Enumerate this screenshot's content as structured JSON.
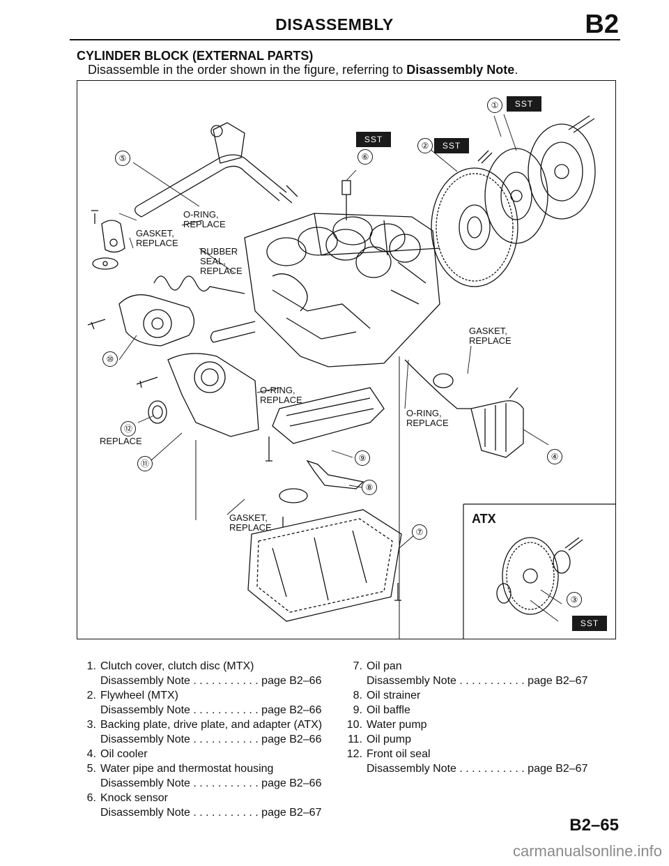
{
  "header": {
    "title": "DISASSEMBLY",
    "section_code": "B2"
  },
  "section": {
    "title": "CYLINDER BLOCK (EXTERNAL PARTS)",
    "intro_prefix": "Disassemble in the order shown in the figure, referring to ",
    "intro_bold": "Disassembly Note",
    "intro_suffix": "."
  },
  "figure": {
    "labels": {
      "oring_top": "O-RING,\nREPLACE",
      "gasket_left": "GASKET,\nREPLACE",
      "rubber_seal": "RUBBER\nSEAL,\nREPLACE",
      "gasket_right": "GASKET,\nREPLACE",
      "oring_mid": "O-RING,\nREPLACE",
      "oring_right": "O-RING,\nREPLACE",
      "replace_seal": "REPLACE",
      "gasket_bottom": "GASKET,\nREPLACE"
    },
    "callouts": [
      "①",
      "②",
      "③",
      "④",
      "⑤",
      "⑥",
      "⑦",
      "⑧",
      "⑨",
      "⑩",
      "⑪",
      "⑫"
    ],
    "sst_label": "SST",
    "inset_title": "ATX"
  },
  "parts_left": [
    {
      "num": "1.",
      "name": "Clutch cover, clutch disc (MTX)",
      "note": "Disassembly Note . . . . . . . . . . . page B2–66"
    },
    {
      "num": "2.",
      "name": "Flywheel (MTX)",
      "note": "Disassembly Note . . . . . . . . . . . page B2–66"
    },
    {
      "num": "3.",
      "name": "Backing plate, drive plate, and adapter (ATX)",
      "note": "Disassembly Note . . . . . . . . . . . page B2–66"
    },
    {
      "num": "4.",
      "name": "Oil cooler",
      "note": ""
    },
    {
      "num": "5.",
      "name": "Water pipe and thermostat housing",
      "note": "Disassembly Note . . . . . . . . . . . page B2–66"
    },
    {
      "num": "6.",
      "name": "Knock sensor",
      "note": "Disassembly Note . . . . . . . . . . . page B2–67"
    }
  ],
  "parts_right": [
    {
      "num": "7.",
      "name": "Oil pan",
      "note": "Disassembly Note . . . . . . . . . . . page B2–67"
    },
    {
      "num": "8.",
      "name": "Oil strainer",
      "note": ""
    },
    {
      "num": "9.",
      "name": "Oil baffle",
      "note": ""
    },
    {
      "num": "10.",
      "name": "Water pump",
      "note": ""
    },
    {
      "num": "11.",
      "name": "Oil pump",
      "note": ""
    },
    {
      "num": "12.",
      "name": "Front oil seal",
      "note": "Disassembly Note . . . . . . . . . . . page B2–67"
    }
  ],
  "footer": {
    "page_number": "B2–65"
  },
  "watermark": "carmanualsonline.info"
}
